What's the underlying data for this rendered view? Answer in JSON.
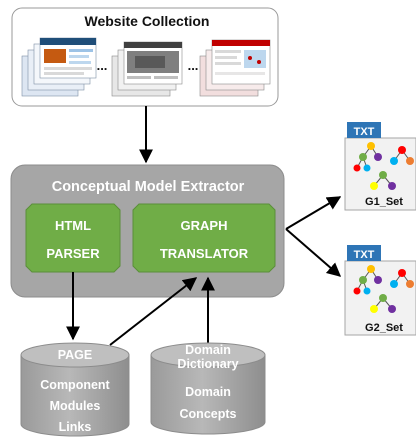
{
  "website_collection": {
    "title": "Website Collection",
    "ellipsis_1": "...",
    "ellipsis_2": "..."
  },
  "extractor": {
    "title": "Conceptual Model Extractor",
    "html_parser": {
      "line1": "HTML",
      "line2": "PARSER"
    },
    "graph_translator": {
      "line1": "GRAPH",
      "line2": "TRANSLATOR"
    }
  },
  "page_db": {
    "top_label": "PAGE",
    "lines": [
      "Component",
      "Modules",
      "Links"
    ]
  },
  "domain_db": {
    "top_line1": "Domain",
    "top_line2": "Dictionary",
    "lines": [
      "Domain",
      "Concepts"
    ]
  },
  "outputs": [
    {
      "badge": "TXT",
      "label": "G1_Set"
    },
    {
      "badge": "TXT",
      "label": "G2_Set"
    }
  ],
  "colors": {
    "extractor_fill": "#a6a6a6",
    "module_fill": "#70ad47",
    "db_fill": "#a6a6a6",
    "txt_badge": "#2e75b6",
    "graph_nodes": [
      "#ffc000",
      "#70ad47",
      "#7030a0",
      "#ff0000",
      "#00b0f0",
      "#ffff00",
      "#ed7d31"
    ]
  },
  "icons": [
    "arrow-icon",
    "graph-icon",
    "database-icon",
    "website-thumbnail-icon"
  ]
}
